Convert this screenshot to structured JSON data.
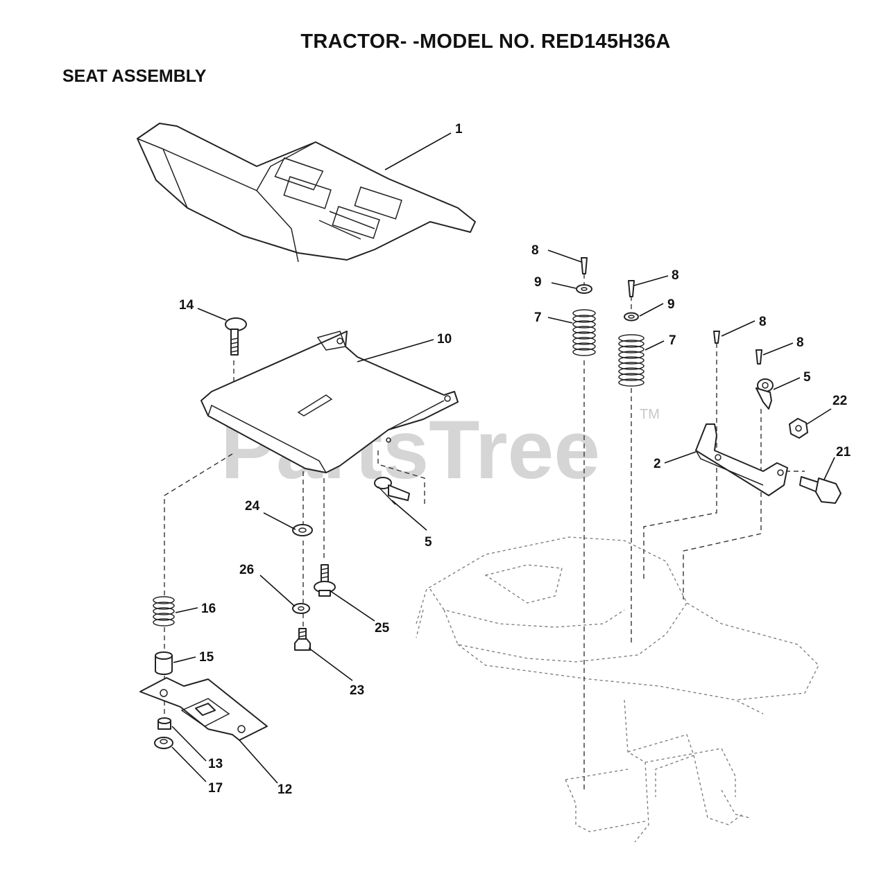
{
  "header": {
    "title": "TRACTOR- -MODEL NO. RED145H36A",
    "subtitle": "SEAT ASSEMBLY"
  },
  "watermark": {
    "text": "PartsTree",
    "mark": "TM"
  },
  "callouts": {
    "c1": "1",
    "c2": "2",
    "c5a": "5",
    "c5b": "5",
    "c7a": "7",
    "c7b": "7",
    "c8a": "8",
    "c8b": "8",
    "c8c": "8",
    "c8d": "8",
    "c9a": "9",
    "c9b": "9",
    "c10": "10",
    "c12": "12",
    "c13": "13",
    "c14": "14",
    "c15": "15",
    "c16": "16",
    "c17": "17",
    "c21": "21",
    "c22": "22",
    "c23": "23",
    "c24": "24",
    "c25": "25",
    "c26": "26"
  }
}
